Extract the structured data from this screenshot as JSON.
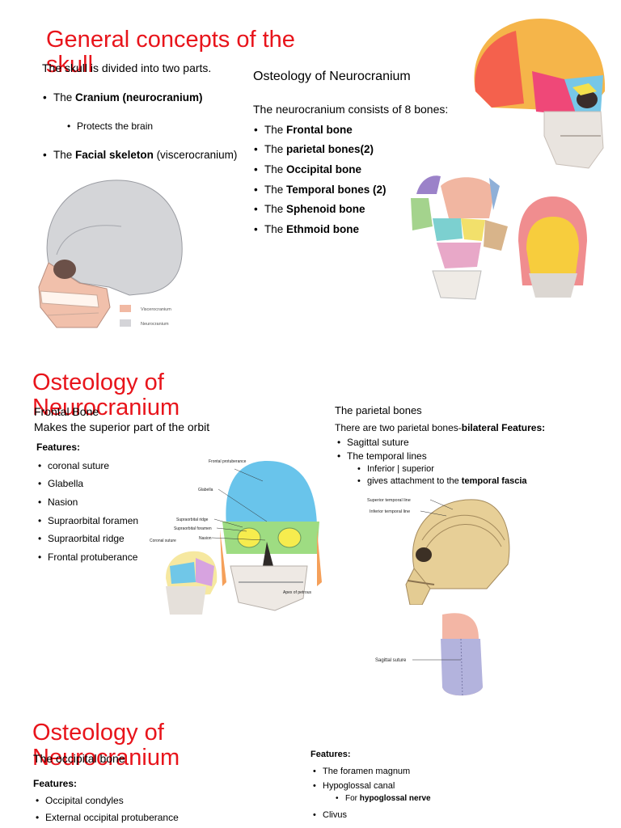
{
  "slide1": {
    "title": "General concepts of the skull",
    "intro": "The skull is divided into two parts.",
    "b1_pre": "The ",
    "b1_bold": "Cranium (neurocranium)",
    "sub1": "Protects the brain",
    "b2_pre": "The ",
    "b2_bold": "Facial skeleton",
    "b2_post": " (viscerocranium)",
    "legend": [
      "Viscerocranium",
      "Neurocranium"
    ],
    "heading": "Osteology of Neurocranium",
    "consists": "The neurocranium consists of 8 bones:",
    "bones": [
      {
        "pre": "The ",
        "bold": "Frontal bone"
      },
      {
        "pre": "The ",
        "bold": "parietal bones(2)"
      },
      {
        "pre": "The ",
        "bold": "Occipital bone"
      },
      {
        "pre": "The ",
        "bold": "Temporal bones (2)"
      },
      {
        "pre": "The ",
        "bold": "Sphenoid bone"
      },
      {
        "pre": "The ",
        "bold": "Ethmoid bone"
      }
    ]
  },
  "slide2": {
    "title": "Osteology of Neurocranium",
    "subtitle": "Frontal Bone",
    "orbit": "Makes the superior part of the orbit",
    "features_label": "Features:",
    "features": [
      "coronal suture",
      "Glabella",
      "Nasion",
      "Supraorbital foramen",
      "Supraorbital ridge",
      "Frontal protuberance"
    ],
    "figure_labels": {
      "frontal_protuberance": "Frontal protuberance",
      "glabella": "Glabella",
      "supraorbital_ridge": "Supraorbital ridge",
      "supraorbital_foramen": "Supraorbital foramen",
      "nasion": "Nasion",
      "coronal_suture": "Coronal suture",
      "apex_of_petrous": "Apex of petrous"
    },
    "parietal_heading": "The parietal bones",
    "parietal_pre": "There are two parietal bones-",
    "parietal_bold1": "bilateral",
    "parietal_bold2": " Features:",
    "p_items": [
      "Sagittal suture",
      "The temporal lines"
    ],
    "p_sub1": "Inferior | superior",
    "p_sub2_pre": "gives attachment to the ",
    "p_sub2_bold": "temporal fascia",
    "parietal_labels": {
      "superior": "Superior temporal line",
      "inferior": "Inferior temporal line",
      "sagittal": "Sagittal suture"
    }
  },
  "slide3": {
    "title": "Osteology of Neurocranium",
    "subtitle": "The occipital bone",
    "features_label": "Features:",
    "left_items": [
      "Occipital condyles",
      "External occipital protuberance"
    ],
    "right_label": "Features:",
    "right_items": [
      "The foramen magnum",
      "Hypoglossal canal"
    ],
    "right_sub_pre": "For ",
    "right_sub_bold": "hypoglossal nerve",
    "right_last": "Clivus"
  },
  "colors": {
    "title_red": "#e8141b",
    "viscerocranium": "#f1b9a3",
    "neurocranium": "#d4d4d8"
  }
}
